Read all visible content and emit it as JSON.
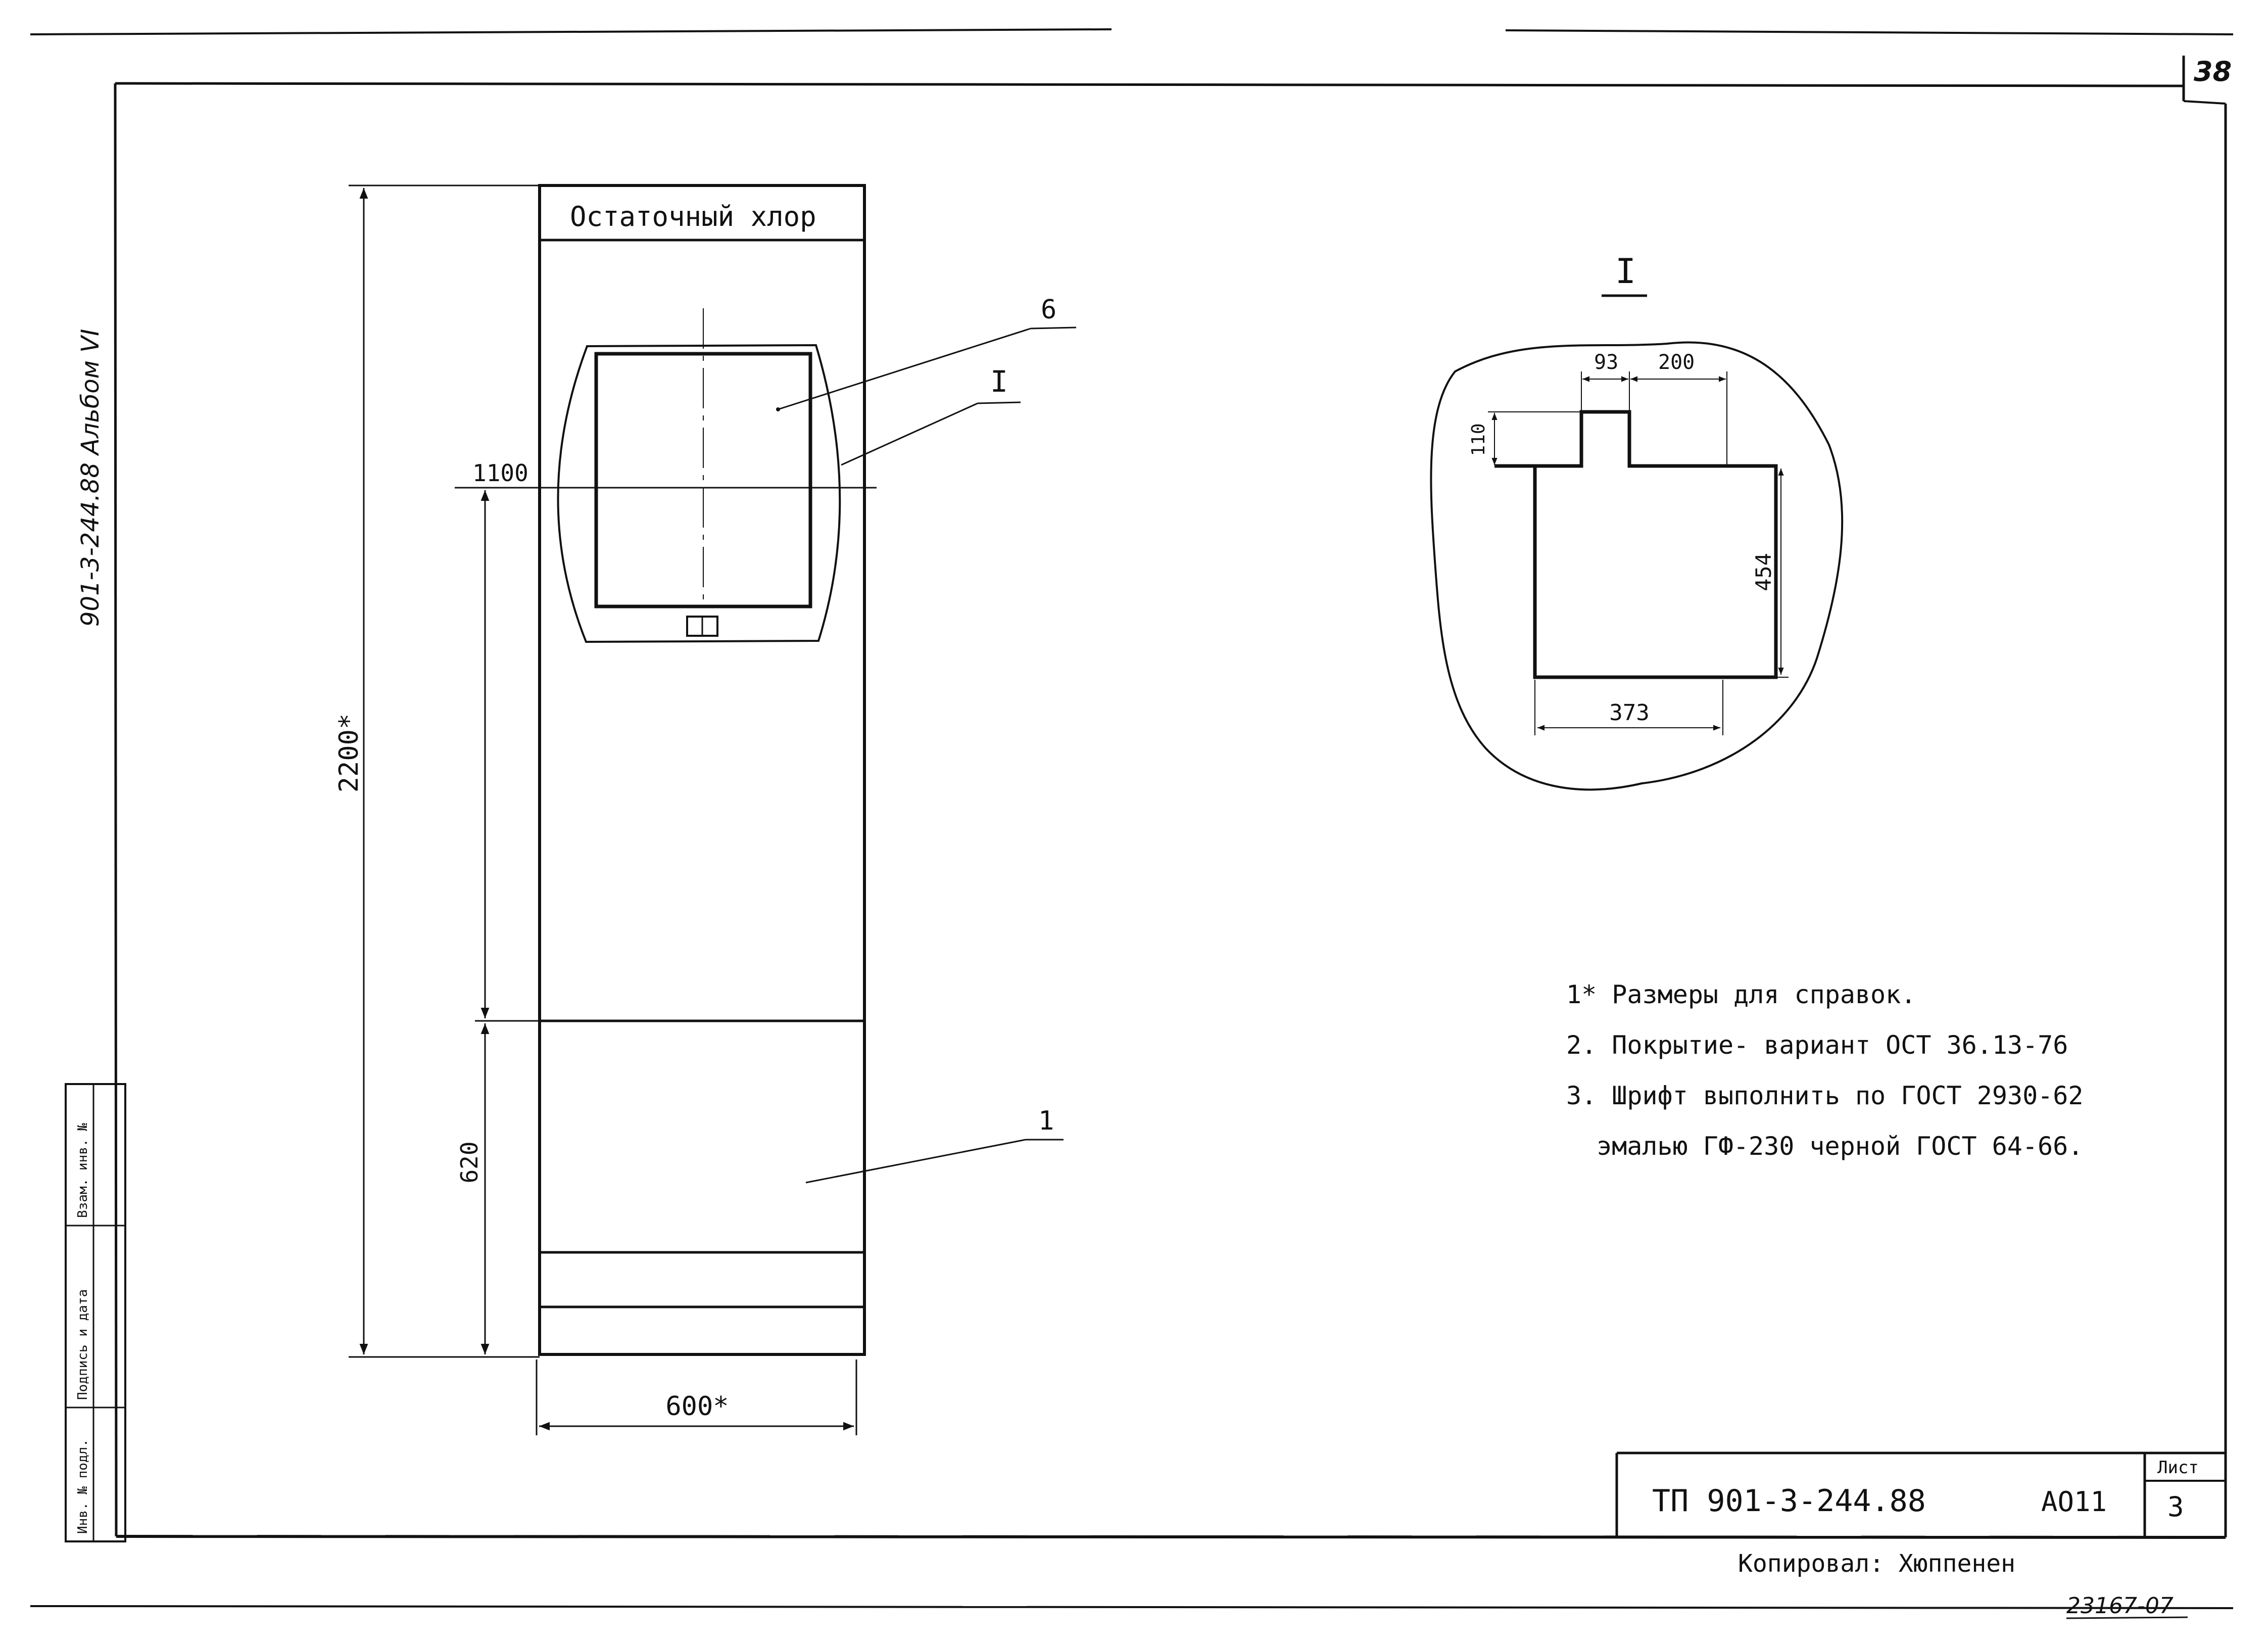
{
  "sheet": {
    "corner_number": "38",
    "side_title": "901-3-244.88 Альбом VI",
    "side_stamp": [
      "Инв. № подл.",
      "Подпись и дата",
      "Взам. инв. №"
    ]
  },
  "cabinet": {
    "nameplate": "Остаточный хлор",
    "dim_height": "2200*",
    "dim_width": "600*",
    "dim_window_level": "1100",
    "dim_lower_level": "620",
    "callout_panel": "6",
    "callout_detail": "I",
    "callout_body": "1"
  },
  "detail": {
    "title": "I",
    "dim_notch": "93",
    "dim_top_right": "200",
    "dim_tab_height": "110",
    "dim_height": "454",
    "dim_width": "373"
  },
  "notes": [
    "1* Размеры для справок.",
    "2. Покрытие- вариант ОСТ 36.13-76",
    "3. Шрифт выполнить по ГОСТ 2930-62",
    "эмалью ГФ-230 черной ГОСТ 64-66."
  ],
  "title_block": {
    "designation": "ТП 901-3-244.88",
    "code": "АО11",
    "sheet_label": "Лист",
    "sheet_number": "3"
  },
  "footer": {
    "copied_by": "Копировал: Хюппенен",
    "order_number": "23167-07"
  }
}
